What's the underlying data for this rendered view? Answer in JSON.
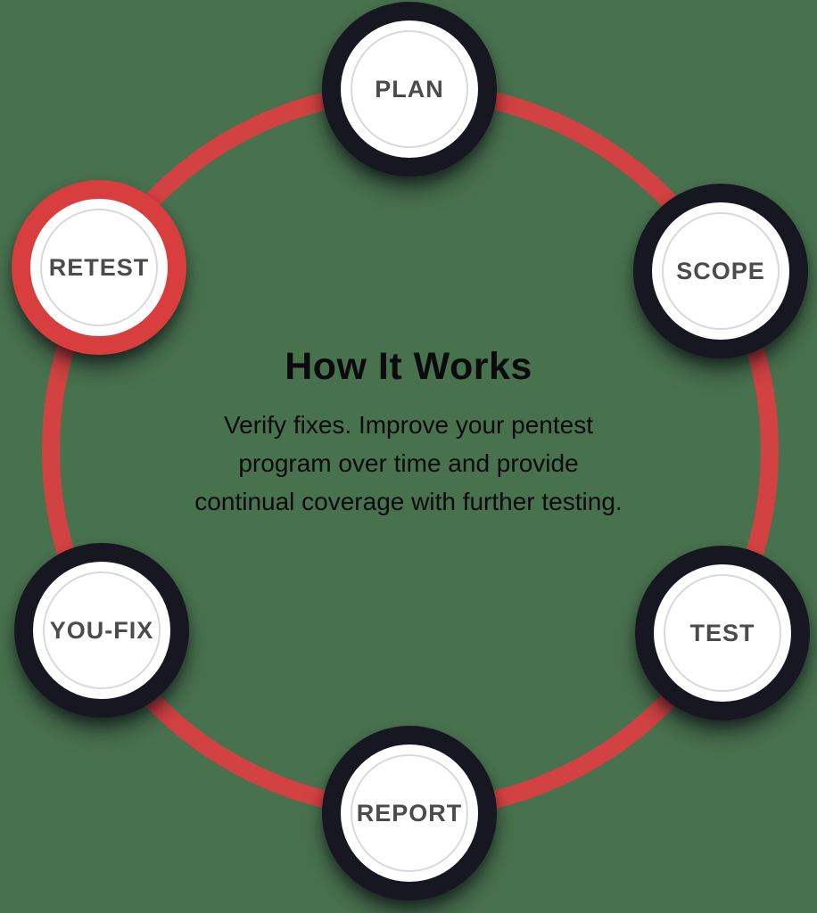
{
  "title": "How It Works",
  "subtitle_lines": [
    "Verify fixes. Improve your pentest",
    "program over time and provide",
    "continual coverage with further testing."
  ],
  "nodes": [
    {
      "label": "PLAN"
    },
    {
      "label": "SCOPE"
    },
    {
      "label": "TEST"
    },
    {
      "label": "REPORT"
    },
    {
      "label": "YOU-FIX"
    },
    {
      "label": "RETEST",
      "highlighted": true
    }
  ],
  "colors": {
    "background": "#48714E",
    "ring_red": "#D24242",
    "node_ring_dark": "#171721",
    "highlight_ring": "#D93E3E",
    "node_fill": "#FFFFFF",
    "inner_circle": "#D9D9D9",
    "node_text": "#4B4B4B",
    "text": "#0B0B0D"
  }
}
